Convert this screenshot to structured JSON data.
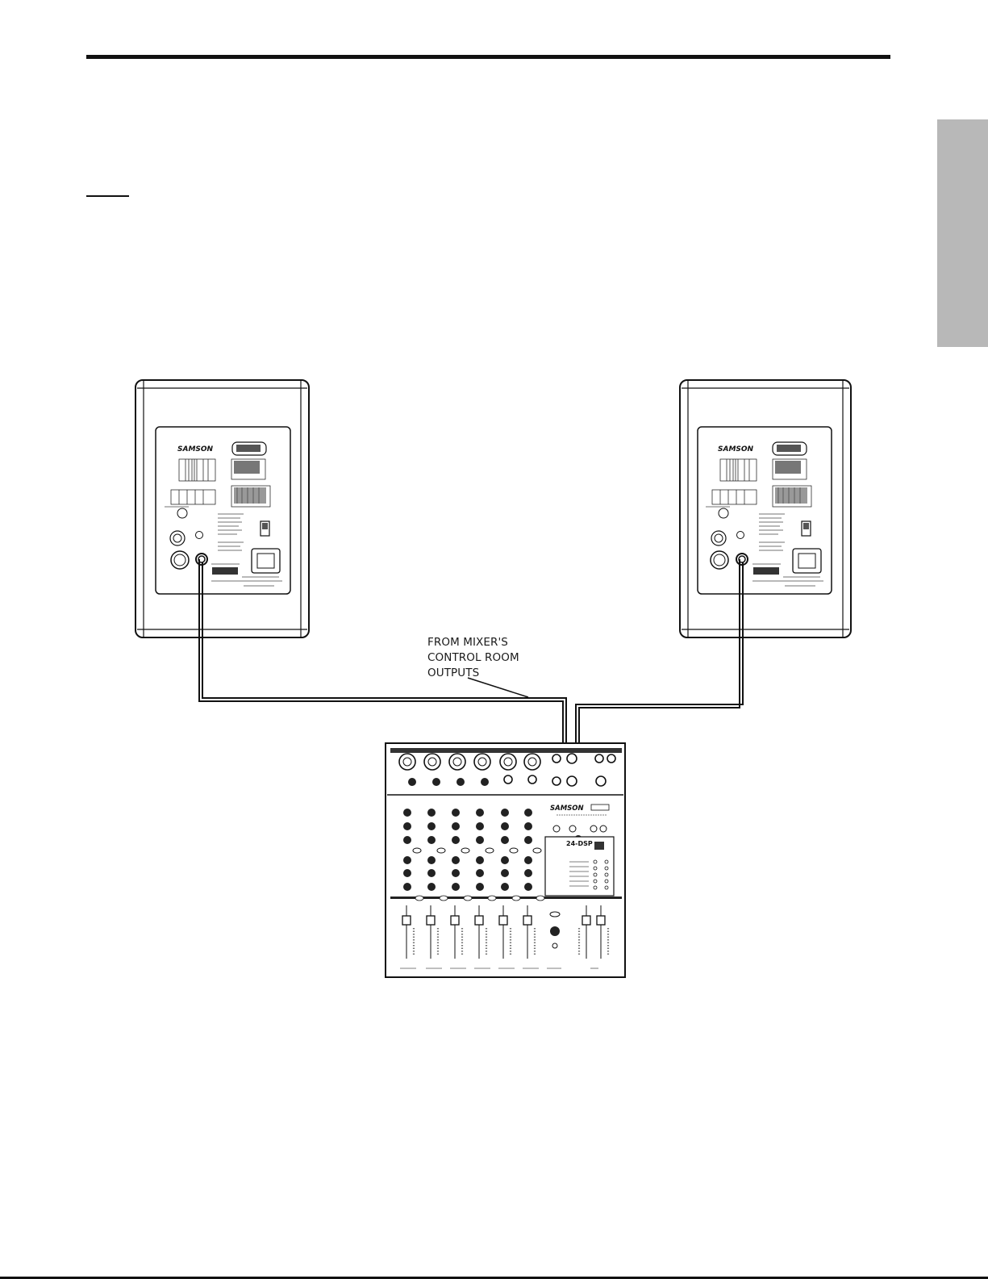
{
  "callout": {
    "lines": [
      "FROM MIXER'S",
      "CONTROL ROOM",
      "OUTPUTS"
    ]
  },
  "speakers": {
    "brand": "SAMSON"
  },
  "mixer": {
    "brand": "SAMSON",
    "dsp_label": "24-DSP"
  },
  "colors": {
    "ink": "#111111",
    "side_tab": "#b8b8b8",
    "panel_bg": "#ffffff"
  }
}
